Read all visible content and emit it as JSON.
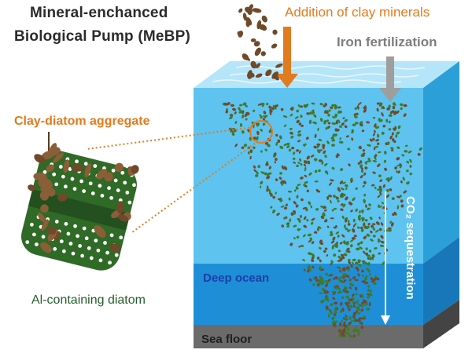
{
  "title": {
    "line1": "Mineral-enchanced",
    "line2": "Biological Pump (MeBP)"
  },
  "labels": {
    "clay_minerals": "Addition of clay minerals",
    "iron": "Iron fertilization",
    "aggregate": "Clay-diatom aggregate",
    "diatom": "Al-containing diatom",
    "deep_ocean": "Deep ocean",
    "sea_floor": "Sea floor",
    "co2": "CO₂ sequestration"
  },
  "colors": {
    "ocean_top": "#a9e0f6",
    "ocean_front": "#5ec3ef",
    "ocean_side": "#2b9fd8",
    "deep_front": "#1e8fd6",
    "deep_side": "#1877b8",
    "floor_front": "#6b6b6b",
    "floor_side": "#444444",
    "clay": "#6e4a2a",
    "diatom": "#3f7a2c",
    "accent_orange": "#e07b1f",
    "arrow_gray": "#9e9e9e"
  }
}
